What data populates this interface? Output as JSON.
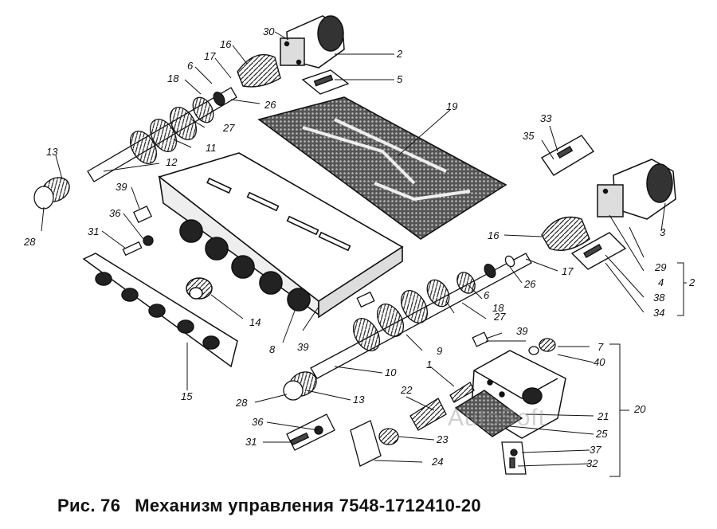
{
  "caption": {
    "figure_label": "Рис. 76",
    "title": "Механизм управления 7548-1712410-20"
  },
  "watermark": "AutoSoft",
  "callouts": [
    "30",
    "2",
    "16",
    "17",
    "5",
    "6",
    "18",
    "26",
    "19",
    "27",
    "11",
    "13",
    "12",
    "39",
    "36",
    "31",
    "28",
    "14",
    "8",
    "33",
    "35",
    "16",
    "3",
    "29",
    "17",
    "26",
    "4",
    "2",
    "38",
    "34",
    "6",
    "18",
    "27",
    "9",
    "39",
    "7",
    "40",
    "1",
    "10",
    "22",
    "13",
    "28",
    "21",
    "20",
    "36",
    "25",
    "31",
    "23",
    "37",
    "24",
    "32",
    "15",
    "39"
  ]
}
